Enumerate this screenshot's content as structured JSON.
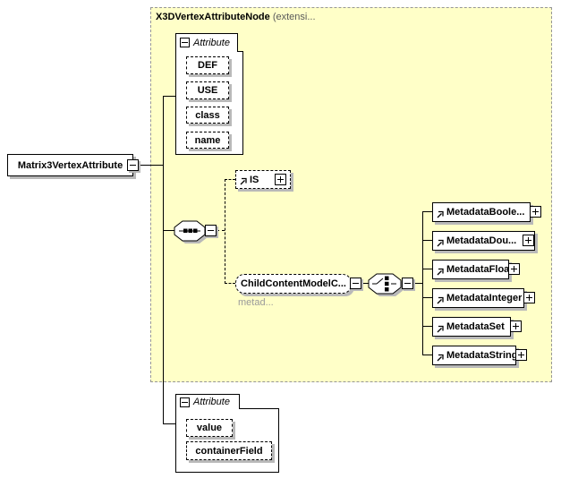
{
  "page": {
    "container": {
      "title": "X3DVertexAttributeNode",
      "title_suffix": "(extensi..."
    },
    "root": {
      "label": "Matrix3VertexAttribute"
    },
    "top_attribute_group": {
      "header": "Attribute",
      "items": [
        "DEF",
        "USE",
        "class",
        "name"
      ]
    },
    "is_node": {
      "label": "IS"
    },
    "child_content": {
      "label": "ChildContentModelC...",
      "annotation": "metad..."
    },
    "metadata": {
      "items": [
        "MetadataBoole...",
        "MetadataDou...",
        "MetadataFloat",
        "MetadataInteger",
        "MetadataSet",
        "MetadataString"
      ]
    },
    "bottom_attribute_group": {
      "header": "Attribute",
      "items": [
        "value",
        "containerField"
      ]
    },
    "colors": {
      "container_bg": "#ffffc8",
      "box_shadow": "#b9b9b9",
      "annotation_text": "#9a9a9a"
    }
  }
}
